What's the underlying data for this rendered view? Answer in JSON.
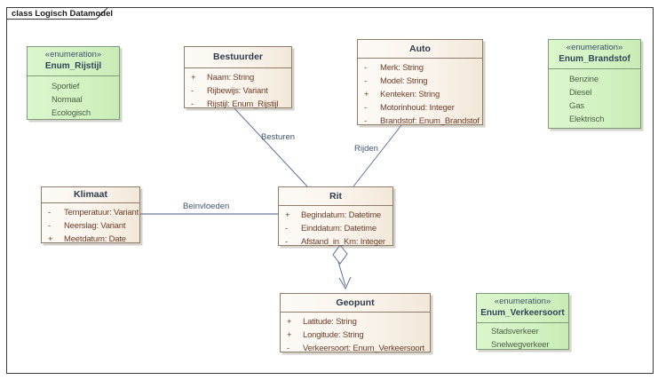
{
  "frame": {
    "title": "class Logisch Datamodel"
  },
  "colors": {
    "class_fill": "#faf3e8",
    "class_border": "#8e7c6c",
    "enum_fill": "#d2f2c2",
    "enum_border": "#7f9c78",
    "connector": "#5d7096",
    "attr_text": "#6e3d2a",
    "title_text": "#2e3b4e",
    "enum_value_text": "#4c6245"
  },
  "classes": {
    "bestuurder": {
      "name": "Bestuurder",
      "attrs": [
        {
          "vis": "+",
          "text": "Naam: String"
        },
        {
          "vis": "-",
          "text": "Rijbewijs: Variant"
        },
        {
          "vis": "-",
          "text": "Rijstijl: Enum_Rijstijl"
        }
      ]
    },
    "auto": {
      "name": "Auto",
      "attrs": [
        {
          "vis": "-",
          "text": "Merk: String"
        },
        {
          "vis": "-",
          "text": "Model: String"
        },
        {
          "vis": "+",
          "text": "Kenteken: String"
        },
        {
          "vis": "-",
          "text": "Motorinhoud: Integer"
        },
        {
          "vis": "-",
          "text": "Brandstof: Enum_Brandstof"
        }
      ]
    },
    "klimaat": {
      "name": "Klimaat",
      "attrs": [
        {
          "vis": "-",
          "text": "Temperatuur: Variant"
        },
        {
          "vis": "-",
          "text": "Neerslag: Variant"
        },
        {
          "vis": "+",
          "text": "Meetdatum: Date"
        }
      ]
    },
    "rit": {
      "name": "Rit",
      "attrs": [
        {
          "vis": "+",
          "text": "Begindatum: Datetime"
        },
        {
          "vis": "-",
          "text": "Einddatum: Datetime"
        },
        {
          "vis": "-",
          "text": "Afstand_in_Km: Integer"
        }
      ]
    },
    "geopunt": {
      "name": "Geopunt",
      "attrs": [
        {
          "vis": "+",
          "text": "Latitude: String"
        },
        {
          "vis": "+",
          "text": "Longitude: String"
        },
        {
          "vis": "-",
          "text": "Verkeersoort: Enum_Verkeersoort"
        }
      ]
    }
  },
  "enums": {
    "rijstijl": {
      "stereotype": "«enumeration»",
      "name": "Enum_Rijstijl",
      "values": [
        "Sportief",
        "Normaal",
        "Ecologisch"
      ]
    },
    "brandstof": {
      "stereotype": "«enumeration»",
      "name": "Enum_Brandstof",
      "values": [
        "Benzine",
        "Diesel",
        "Gas",
        "Elektrisch"
      ]
    },
    "verkeersoort": {
      "stereotype": "«enumeration»",
      "name": "Enum_Verkeersoort",
      "values": [
        "Stadsverkeer",
        "Snelwegverkeer"
      ]
    }
  },
  "relations": {
    "besturen": {
      "label": "Besturen",
      "from": "Bestuurder",
      "to": "Rit",
      "type": "association"
    },
    "rijden": {
      "label": "Rijden",
      "from": "Auto",
      "to": "Rit",
      "type": "association"
    },
    "beinvloeden": {
      "label": "Beinvloeden",
      "from": "Klimaat",
      "to": "Rit",
      "type": "association"
    },
    "rit_geopunt": {
      "label": "",
      "from": "Rit",
      "to": "Geopunt",
      "type": "aggregation-arrow"
    }
  }
}
